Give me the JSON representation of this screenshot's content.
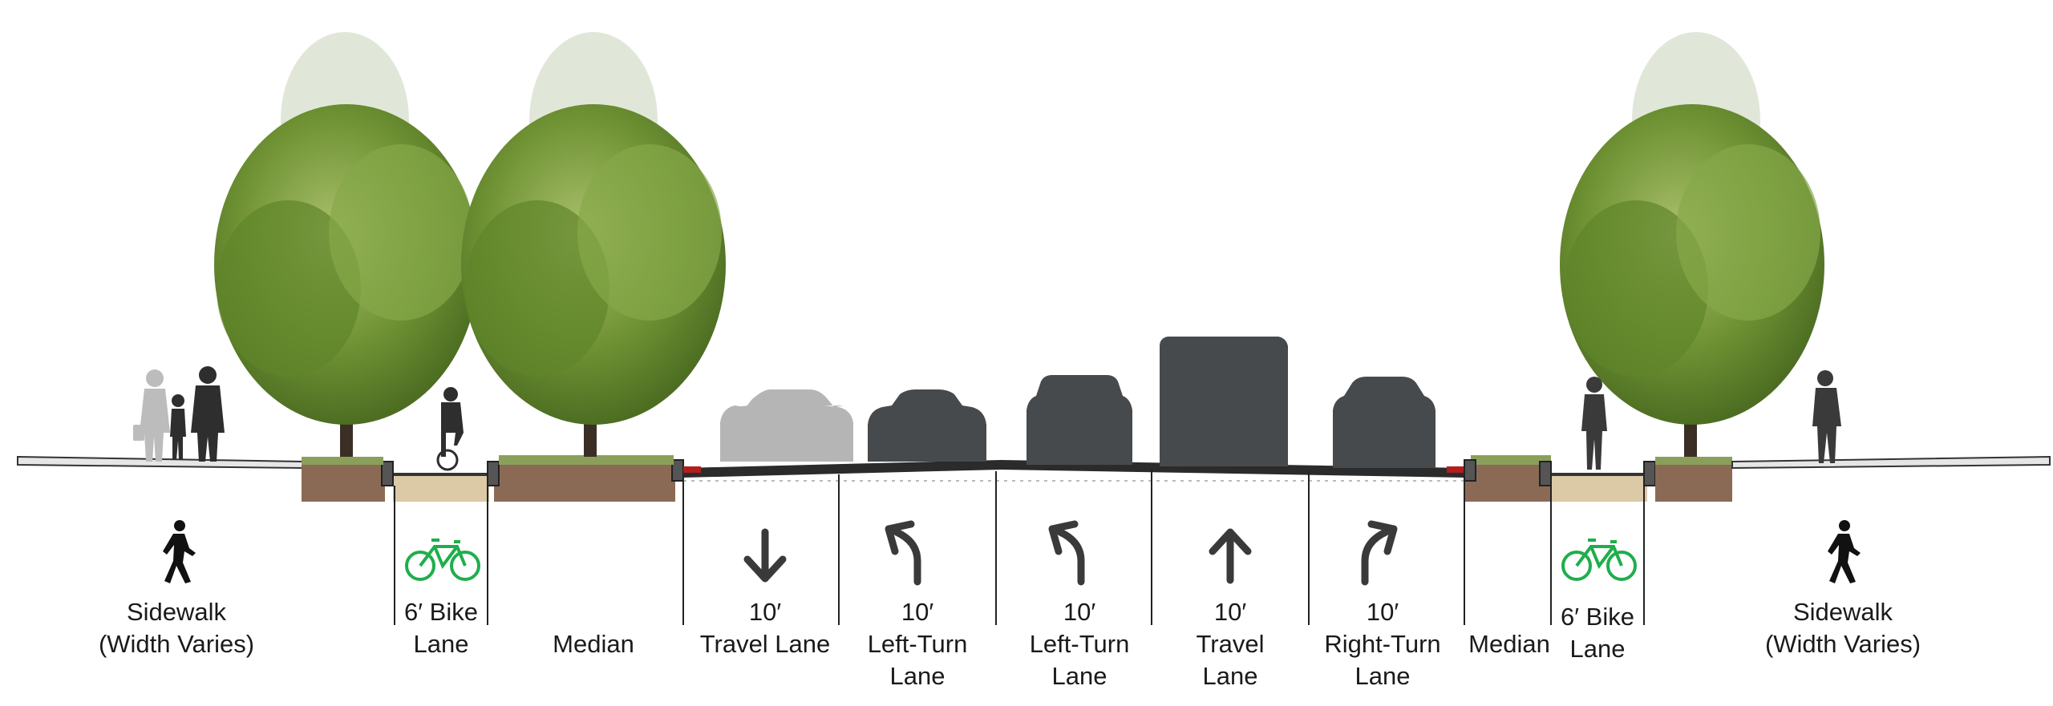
{
  "sections": [
    {
      "id": "sidebar-sidewalk-left",
      "icon": "pedestrian-icon",
      "lines": [
        "Sidewalk",
        "(Width Varies)"
      ]
    },
    {
      "id": "bike-lane-left",
      "icon": "bicycle-icon",
      "lines": [
        "6′ Bike",
        "Lane"
      ]
    },
    {
      "id": "median-left",
      "icon": "",
      "lines": [
        "Median"
      ]
    },
    {
      "id": "travel-lane-1",
      "icon": "arrow-down-icon",
      "lines": [
        "10′",
        "Travel Lane"
      ]
    },
    {
      "id": "left-turn-lane-1",
      "icon": "left-turn-arrow-icon",
      "lines": [
        "10′",
        "Left-Turn",
        "Lane"
      ]
    },
    {
      "id": "left-turn-lane-2",
      "icon": "left-turn-arrow-icon",
      "lines": [
        "10′",
        "Left-Turn",
        "Lane"
      ]
    },
    {
      "id": "travel-lane-2",
      "icon": "arrow-up-icon",
      "lines": [
        "10′",
        "Travel",
        "Lane"
      ]
    },
    {
      "id": "right-turn-lane",
      "icon": "right-turn-arrow-icon",
      "lines": [
        "10′",
        "Right-Turn",
        "Lane"
      ]
    },
    {
      "id": "median-right",
      "icon": "",
      "lines": [
        "Median"
      ]
    },
    {
      "id": "bike-lane-right",
      "icon": "bicycle-icon",
      "lines": [
        "6′ Bike",
        "Lane"
      ]
    },
    {
      "id": "sidewalk-right",
      "icon": "pedestrian-icon",
      "lines": [
        "Sidewalk",
        "(Width Varies)"
      ]
    }
  ],
  "colors": {
    "bike_green": "#1fae4b",
    "icon_dark": "#333333",
    "vehicle_dark": "#474a4d",
    "vehicle_light": "#b5b5b5",
    "soil": "#8b6a55",
    "sand": "#dcc9a6",
    "foliage": "#6f9234",
    "foliage_light": "#a9c06b",
    "grass": "#8aa05a",
    "pavement_line": "#2b2b2b",
    "curb_red": "#b01e1e"
  }
}
